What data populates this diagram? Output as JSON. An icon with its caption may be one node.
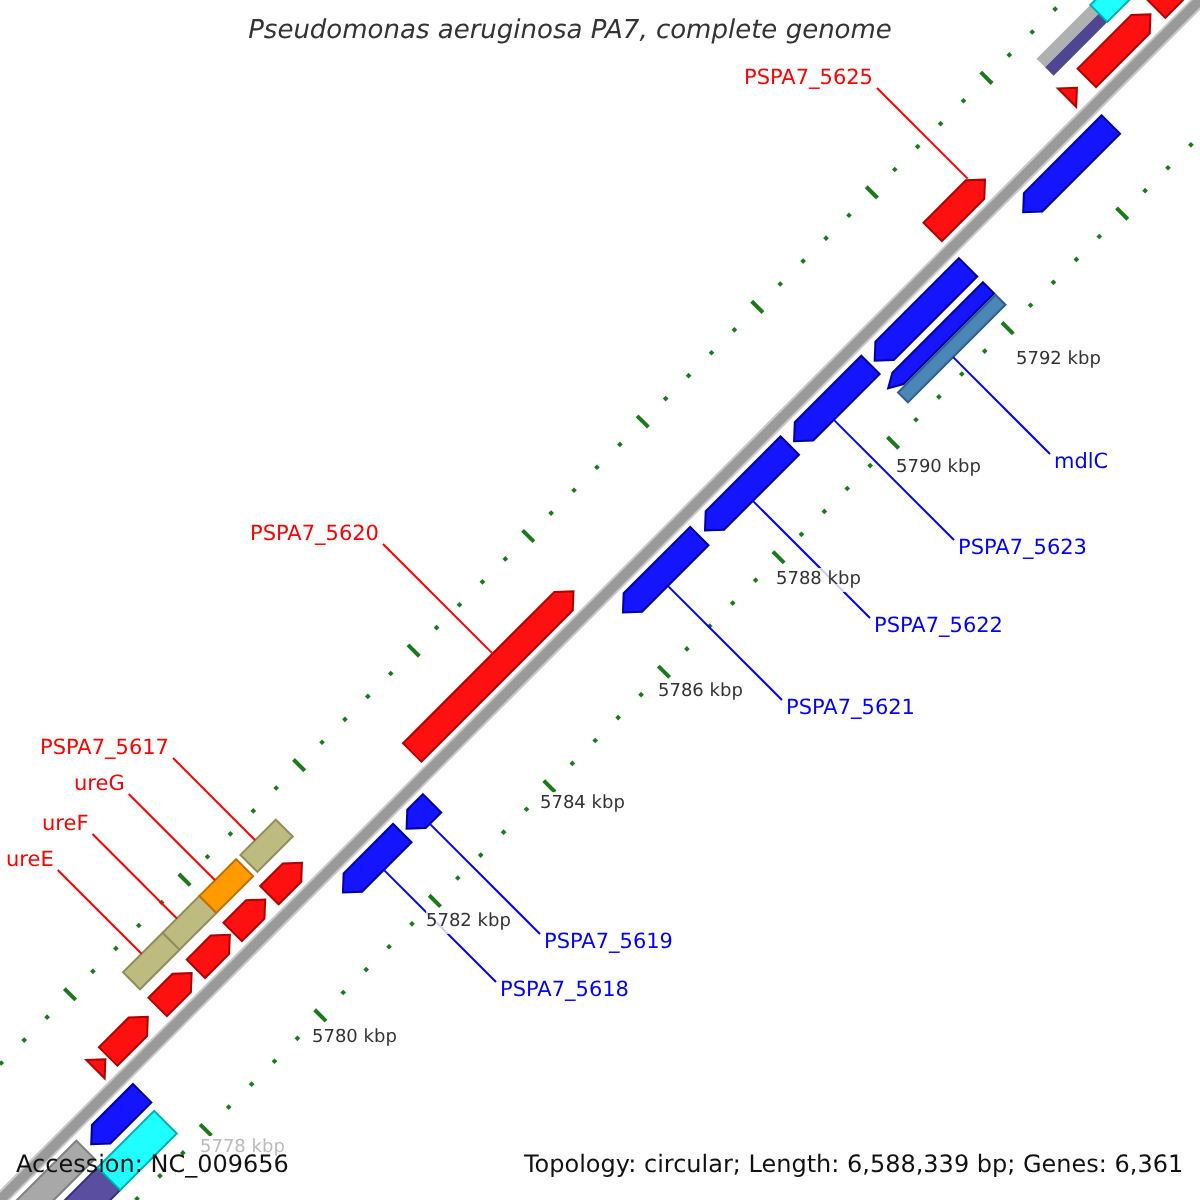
{
  "diagram": {
    "title": "Pseudomonas aeruginosa PA7, complete genome",
    "nodes": [
      {
        "text": [
          "PSPA7_5625"
        ]
      },
      {
        "text": [
          "mdlC"
        ]
      },
      {
        "text": [
          "PSPA7_5620"
        ]
      },
      {
        "text": [
          "PSPA7_5623"
        ]
      },
      {
        "text": [
          "PSPA7_5622"
        ]
      },
      {
        "text": [
          "PSPA7_5621"
        ]
      },
      {
        "text": [
          "PSPA7_5617"
        ]
      },
      {
        "text": [
          "ureG"
        ]
      },
      {
        "text": [
          "ureF"
        ]
      },
      {
        "text": [
          "ureE"
        ]
      },
      {
        "text": [
          "PSPA7_5619"
        ]
      },
      {
        "text": [
          "PSPA7_5618"
        ]
      },
      {
        "text": [],
        "shape": "bar"
      },
      {
        "text": [],
        "shape": "bar"
      },
      {
        "text": [],
        "shape": "bar"
      },
      {
        "text": [],
        "shape": "arrow"
      },
      {
        "text": [],
        "shape": "triangle"
      },
      {
        "text": [],
        "shape": "arrow"
      },
      {
        "text": [],
        "shape": "bar"
      },
      {
        "text": [],
        "shape": "arrow"
      },
      {
        "text": [],
        "shape": "bar"
      },
      {
        "text": [],
        "shape": "arrow"
      },
      {
        "text": [],
        "shape": "bar"
      },
      {
        "text": [],
        "shape": "arrow"
      },
      {
        "text": [],
        "shape": "bar"
      },
      {
        "text": [],
        "shape": "arrow"
      },
      {
        "text": [],
        "shape": "arrow"
      },
      {
        "text": [],
        "shape": "arrow"
      },
      {
        "text": [],
        "shape": "arrow"
      },
      {
        "text": [],
        "shape": "arrow"
      },
      {
        "text": [],
        "shape": "arrow"
      },
      {
        "text": [],
        "shape": "arrow"
      },
      {
        "text": [],
        "shape": "arrow"
      },
      {
        "text": [],
        "shape": "arrow"
      },
      {
        "text": [],
        "shape": "bar"
      },
      {
        "text": [],
        "shape": "arrow"
      },
      {
        "text": [],
        "shape": "arrow"
      },
      {
        "text": [],
        "shape": "triangle"
      },
      {
        "text": [],
        "shape": "arrow"
      },
      {
        "text": [],
        "shape": "arrow"
      },
      {
        "text": [],
        "shape": "bar"
      },
      {
        "text": [],
        "shape": "bar"
      }
    ],
    "edges": [
      {
        "from": 0,
        "to": 35,
        "arrow": "none",
        "color": "#ff0000"
      },
      {
        "from": 1,
        "to": 34,
        "arrow": "none",
        "color": "#0000ff"
      },
      {
        "from": 2,
        "to": 28,
        "arrow": "none",
        "color": "#ff0000"
      },
      {
        "from": 3,
        "to": 31,
        "arrow": "none",
        "color": "#0000ff"
      },
      {
        "from": 4,
        "to": 30,
        "arrow": "none",
        "color": "#0000ff"
      },
      {
        "from": 5,
        "to": 29,
        "arrow": "none",
        "color": "#0000ff"
      },
      {
        "from": 6,
        "to": 24,
        "arrow": "none",
        "color": "#ff0000"
      },
      {
        "from": 7,
        "to": 22,
        "arrow": "none",
        "color": "#ff0000"
      },
      {
        "from": 8,
        "to": 20,
        "arrow": "none",
        "color": "#ff0000"
      },
      {
        "from": 9,
        "to": 18,
        "arrow": "none",
        "color": "#ff0000"
      },
      {
        "from": 10,
        "to": 27,
        "arrow": "none",
        "color": "#0000ff"
      },
      {
        "from": 11,
        "to": 26,
        "arrow": "none",
        "color": "#0000ff"
      }
    ],
    "labels": [
      "5792 kbp",
      "5790 kbp",
      "5788 kbp",
      "5786 kbp",
      "5784 kbp",
      "5782 kbp",
      "5780 kbp",
      "5778 kbp",
      "Accession: NC_009656",
      "Topology: circular; Length: 6,588,339 bp; Genes: 6,361"
    ]
  }
}
